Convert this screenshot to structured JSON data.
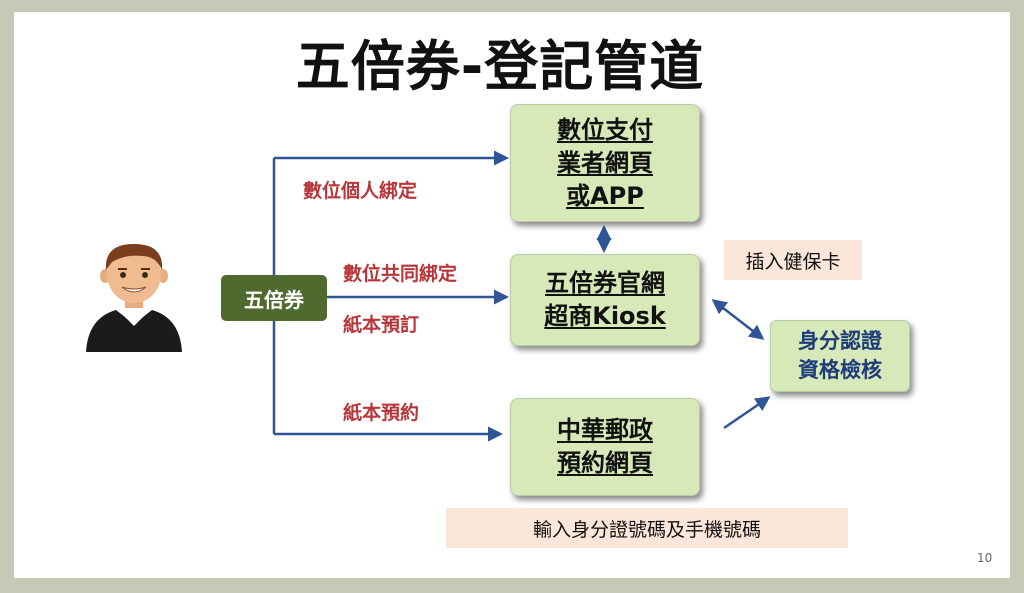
{
  "title": "五倍券-登記管道",
  "source": {
    "label": "五倍券"
  },
  "branches": {
    "top_label": "數位個人綁定",
    "mid_label_1": "數位共同綁定",
    "mid_label_2": "紙本預訂",
    "bottom_label": "紙本預約"
  },
  "boxes": {
    "digital_pay": {
      "line1": "數位支付",
      "line2": "業者網頁",
      "line3": "或APP"
    },
    "official_site": {
      "line1": "五倍券官網",
      "line2": "超商Kiosk"
    },
    "post_office": {
      "line1": "中華郵政",
      "line2": "預約網頁"
    },
    "verify": {
      "line1": "身分認證",
      "line2": "資格檢核"
    }
  },
  "notes": {
    "health_card": "插入健保卡",
    "id_phone": "輸入身分證號碼及手機號碼"
  },
  "page_number": "10",
  "colors": {
    "box_fill": "#d7e8b9",
    "voucher_fill": "#4e6a2e",
    "branch_label": "#b7363a",
    "arrow": "#2f5597",
    "verify_text": "#1f3c78",
    "note_fill": "#fbe6da"
  }
}
